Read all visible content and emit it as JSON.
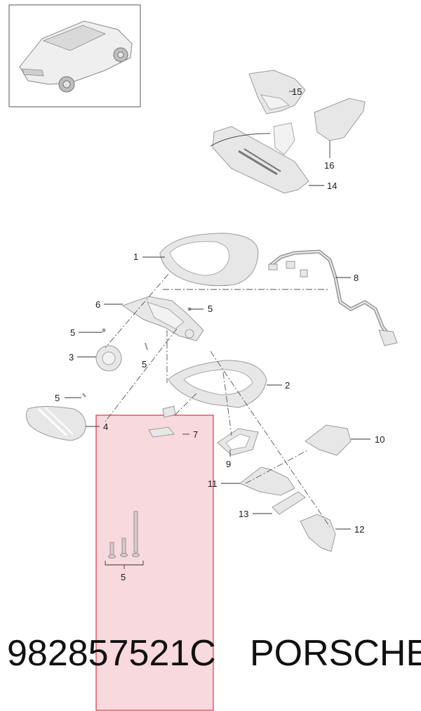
{
  "footer": {
    "part_number": "982857521C",
    "brand": "PORSCHE"
  },
  "callouts": {
    "c1": "1",
    "c2": "2",
    "c3": "3",
    "c4": "4",
    "c5a": "5",
    "c5b": "5",
    "c5c": "5",
    "c5d": "5",
    "c5e": "5",
    "c6": "6",
    "c7": "7",
    "c8": "8",
    "c9": "9",
    "c10": "10",
    "c11": "11",
    "c12": "12",
    "c13": "13",
    "c14": "14",
    "c15": "15",
    "c16": "16"
  },
  "colors": {
    "highlight_fill": "#f8d9de",
    "highlight_border": "#e03545"
  }
}
